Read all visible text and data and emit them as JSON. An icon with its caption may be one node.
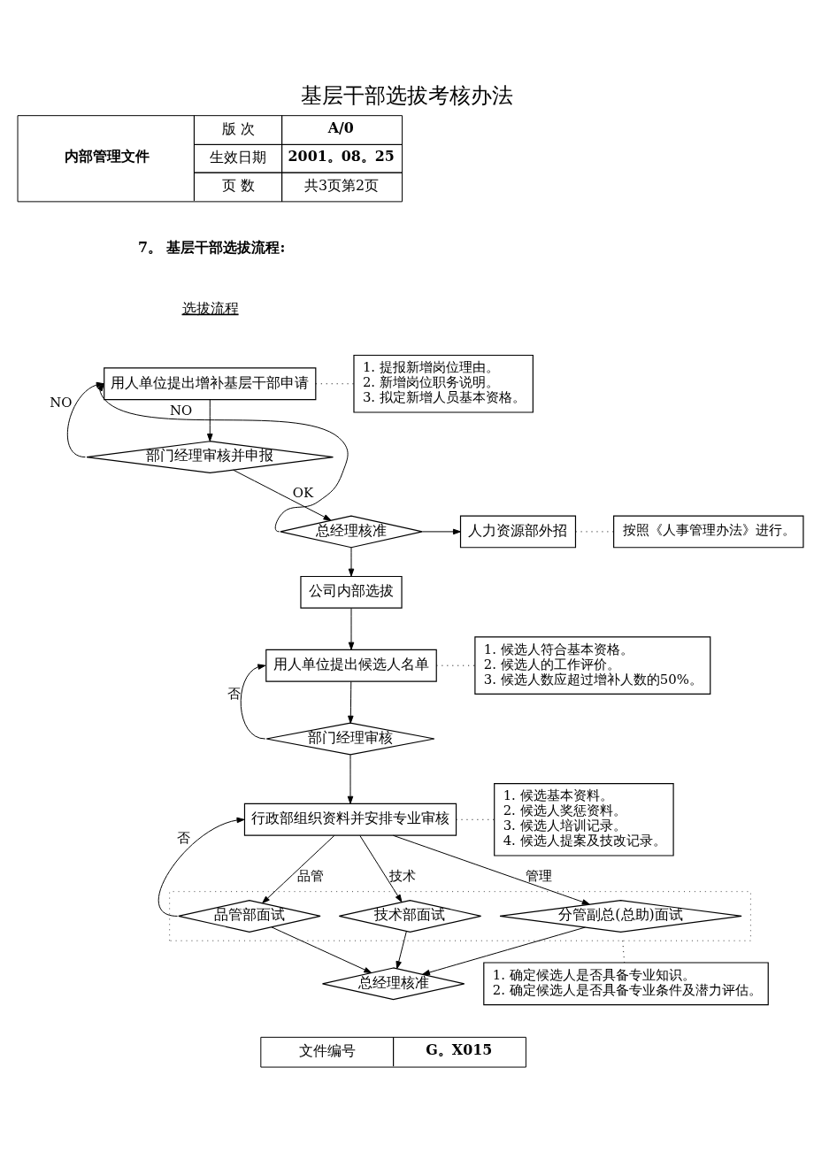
{
  "diagram": {
    "title": "基层干部选拔考核办法",
    "nodes": [
      {
        "text": [
          "用人单位提出增补基层干部申请"
        ]
      },
      {
        "text": [
          "1. 提报新增岗位理由。",
          "2. 新增岗位职务说明。",
          "3. 拟定新增人员基本资格。"
        ]
      },
      {
        "text": [
          "部门经理审核并申报"
        ]
      },
      {
        "text": [
          "总经理核准"
        ]
      },
      {
        "text": [
          "人力资源部外招"
        ]
      },
      {
        "text": [
          "按照《人事管理办法》进行。"
        ]
      },
      {
        "text": [
          "公司内部选拔"
        ]
      },
      {
        "text": [
          "用人单位提出候选人名单"
        ]
      },
      {
        "text": [
          "1. 候选人符合基本资格。",
          "2. 候选人的工作评价。",
          "3. 候选人数应超过增补人数的50%。"
        ]
      },
      {
        "text": [
          "部门经理审核"
        ]
      },
      {
        "text": [
          "行政部组织资料并安排专业审核"
        ]
      },
      {
        "text": [
          "1. 候选基本资料。",
          "2. 候选人奖惩资料。",
          "3. 候选人培训记录。",
          "4. 候选人提案及技改记录。"
        ]
      },
      {
        "text": [],
        "shape": "box"
      },
      {
        "text": [
          "品管部面试"
        ],
        "in": 12
      },
      {
        "text": [
          "技术部面试"
        ],
        "in": 12
      },
      {
        "text": [
          "分管副总(总助)面试"
        ],
        "in": 12
      },
      {
        "text": [
          "1. 确定候选人是否具备专业知识。",
          "2. 确定候选人是否具备专业条件及潜力评估。"
        ]
      },
      {
        "text": [
          "总经理核准"
        ]
      }
    ],
    "edges": [
      {
        "from": 0,
        "to": 2,
        "arrow": "to"
      },
      {
        "from": 0,
        "to": 1,
        "arrow": "none",
        "style": "dashed"
      },
      {
        "from": 2,
        "to": 3,
        "arrow": "to",
        "label": "OK"
      },
      {
        "from": 2,
        "to": 0,
        "arrow": "to",
        "label": "NO"
      },
      {
        "from": 3,
        "to": 0,
        "arrow": "to",
        "label": "NO"
      },
      {
        "from": 3,
        "to": 4,
        "arrow": "to"
      },
      {
        "from": 4,
        "to": 5,
        "arrow": "none",
        "style": "dashed"
      },
      {
        "from": 3,
        "to": 6,
        "arrow": "to"
      },
      {
        "from": 6,
        "to": 7,
        "arrow": "to"
      },
      {
        "from": 7,
        "to": 8,
        "arrow": "none",
        "style": "dashed"
      },
      {
        "from": 7,
        "to": 9,
        "arrow": "to"
      },
      {
        "from": 9,
        "to": 7,
        "arrow": "to",
        "label": "否"
      },
      {
        "from": 9,
        "to": 10,
        "arrow": "to"
      },
      {
        "from": 10,
        "to": 11,
        "arrow": "none",
        "style": "dashed"
      },
      {
        "from": 10,
        "to": 13,
        "arrow": "to",
        "label": "品管"
      },
      {
        "from": 10,
        "to": 14,
        "arrow": "to",
        "label": "技术"
      },
      {
        "from": 10,
        "to": 15,
        "arrow": "to",
        "label": "管理"
      },
      {
        "from": 13,
        "to": 10,
        "arrow": "to",
        "label": "否"
      },
      {
        "from": 12,
        "to": 16,
        "arrow": "none",
        "style": "dashed"
      },
      {
        "from": 13,
        "to": 17,
        "arrow": "to"
      },
      {
        "from": 14,
        "to": 17,
        "arrow": "to"
      },
      {
        "from": 15,
        "to": 17,
        "arrow": "to"
      }
    ],
    "labels": [
      "内部管理文件",
      "版 次",
      "A/0",
      "生效日期",
      "2001。08。25",
      "页 数",
      "共3页第2页",
      "7。 基层干部选拔流程:",
      "选拔流程",
      "文件编号",
      "G。X015"
    ]
  }
}
